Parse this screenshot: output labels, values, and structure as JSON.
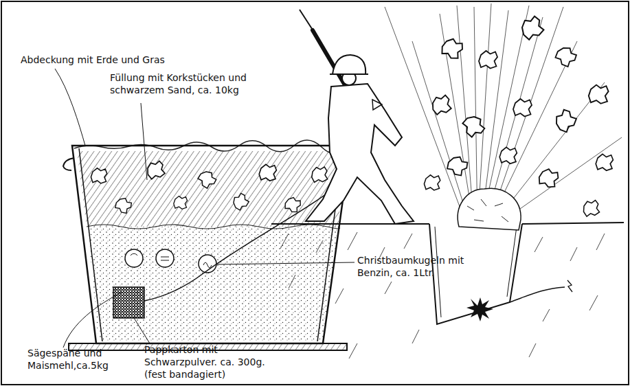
{
  "diagram": {
    "labels": [
      "Abdeckung mit Erde und Gras",
      "Füllung mit Korkstücken und schwarzem Sand, ca. 10kg",
      "Christbaumkugeln mit Benzin, ca. 1Ltr.",
      "Sägespäne und Maismehl,ca.5kg",
      "Pappkarton mit Schwarzpulver. ca. 300g. (fest bandagiert)"
    ]
  }
}
